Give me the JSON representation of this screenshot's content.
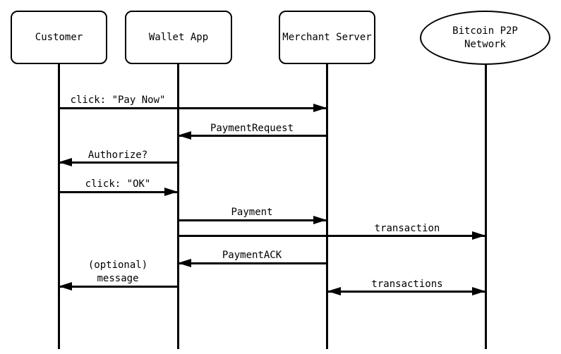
{
  "diagram": {
    "type": "sequence-diagram",
    "background_color": "#ffffff",
    "line_color": "#000000",
    "actors": [
      {
        "id": "customer",
        "label": "Customer",
        "shape": "rounded-rect"
      },
      {
        "id": "wallet-app",
        "label": "Wallet App",
        "shape": "rounded-rect"
      },
      {
        "id": "merchant-server",
        "label": "Merchant Server",
        "shape": "rounded-rect"
      },
      {
        "id": "bitcoin-p2p-network",
        "label_lines": [
          "Bitcoin P2P",
          "Network"
        ],
        "shape": "ellipse"
      }
    ],
    "messages": [
      {
        "label": "click: \"Pay Now\"",
        "from": "Customer",
        "to": "Merchant Server",
        "arrow": "right"
      },
      {
        "label": "PaymentRequest",
        "from": "Merchant Server",
        "to": "Wallet App",
        "arrow": "left"
      },
      {
        "label": "Authorize?",
        "from": "Wallet App",
        "to": "Customer",
        "arrow": "left"
      },
      {
        "label": "click: \"OK\"",
        "from": "Customer",
        "to": "Wallet App",
        "arrow": "right"
      },
      {
        "label": "Payment",
        "from": "Wallet App",
        "to": "Merchant Server",
        "arrow": "right"
      },
      {
        "label": "transaction",
        "from": "Wallet App",
        "to": "Bitcoin P2P Network",
        "arrow": "right"
      },
      {
        "label": "PaymentACK",
        "from": "Merchant Server",
        "to": "Wallet App",
        "arrow": "left"
      },
      {
        "label_lines": [
          "(optional)",
          "message"
        ],
        "from": "Wallet App",
        "to": "Customer",
        "arrow": "left"
      },
      {
        "label": "transactions",
        "from": "Merchant Server",
        "to": "Bitcoin P2P Network",
        "arrow": "both"
      }
    ]
  }
}
